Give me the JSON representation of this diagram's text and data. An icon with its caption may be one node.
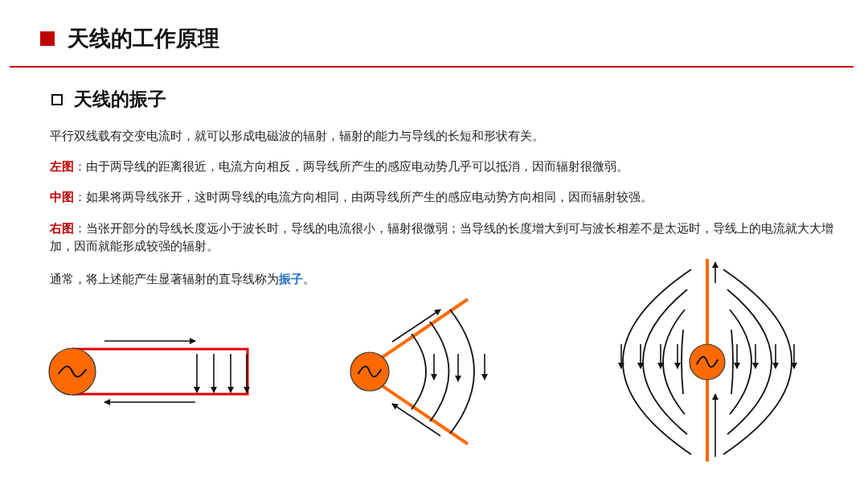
{
  "diagram": {
    "title": "天线的工作原理",
    "labels": [
      "天线的振子",
      "平行双线载有交变电流时，就可以形成电磁波的辐射，辐射的能力与导线的长短和形状有关。",
      "**左图**：由于两导线的距离很近，电流方向相反，两导线所产生的感应电动势几乎可以抵消，因而辐射很微弱。",
      "**中图**：如果将两导线张开，这时两导线的电流方向相同，由两导线所产生的感应电动势方向相同，因而辐射较强。",
      "**右图**：当张开部分的导线长度远小于波长时，导线的电流很小，辐射很微弱；当导线的长度增大到可与波长相差不是太远时，导线上的电流就大大增加，因而就能形成较强的辐射。",
      "通常，将上述能产生显著辐射的直导线称为**振子**。"
    ]
  }
}
